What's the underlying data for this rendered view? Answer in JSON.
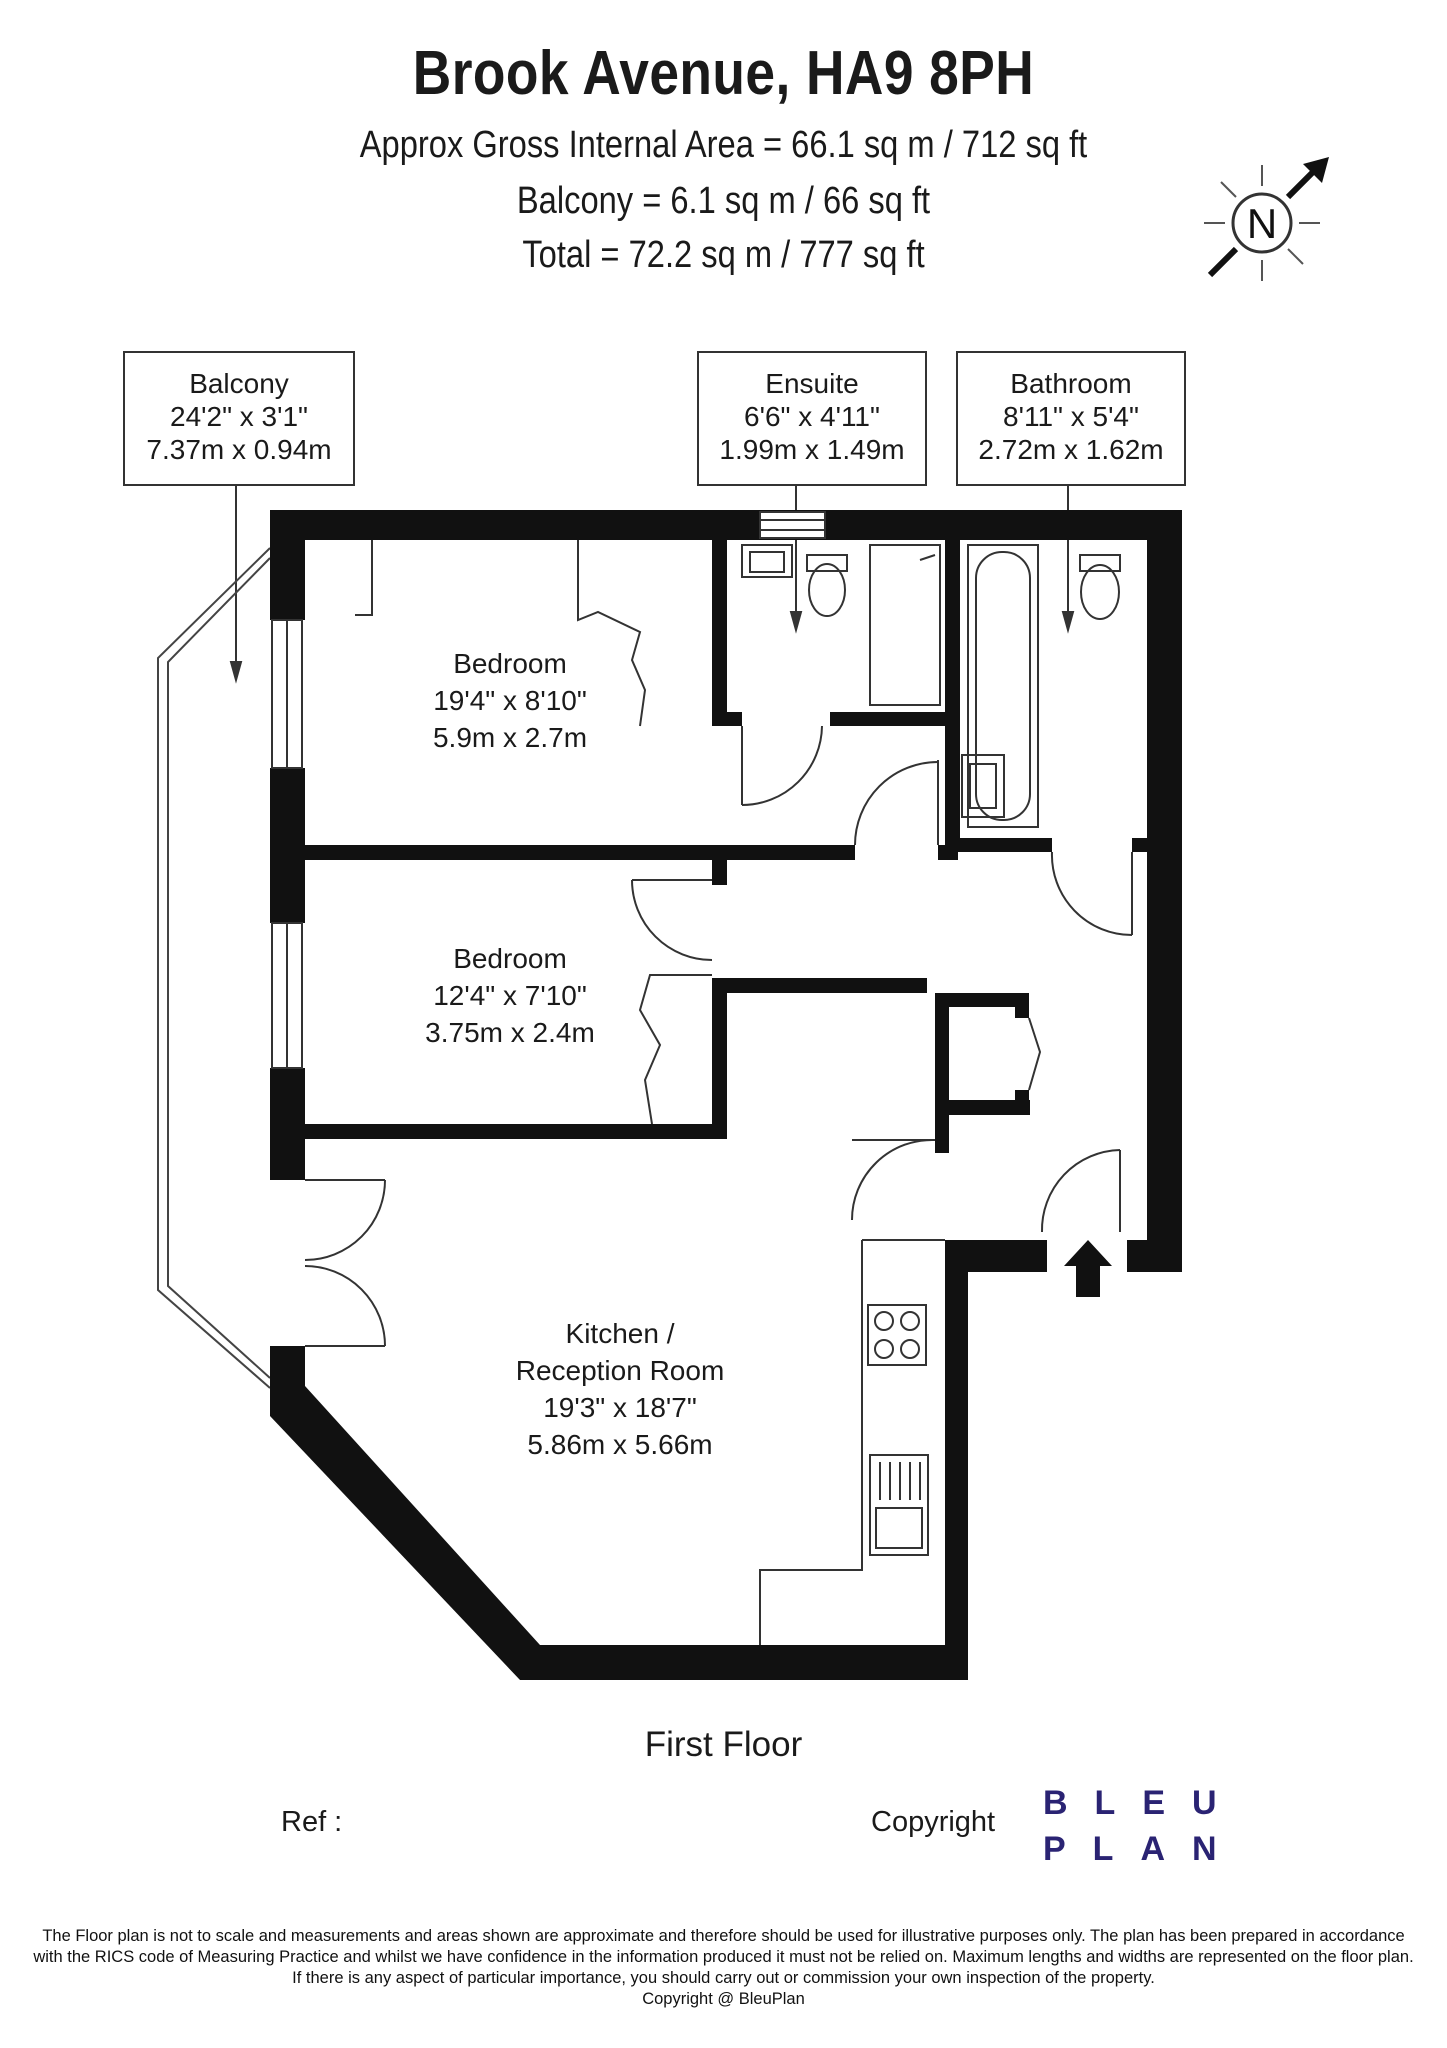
{
  "title": "Brook Avenue, HA9 8PH",
  "areas": {
    "gross": "Approx Gross Internal Area = 66.1 sq m / 712 sq ft",
    "balcony": "Balcony = 6.1 sq m / 66 sq ft",
    "total": "Total = 72.2 sq m / 777 sq ft"
  },
  "compass": {
    "label": "N"
  },
  "callouts": {
    "balcony": {
      "name": "Balcony",
      "imperial": "24'2\" x 3'1\"",
      "metric": "7.37m x 0.94m"
    },
    "ensuite": {
      "name": "Ensuite",
      "imperial": "6'6\" x 4'11\"",
      "metric": "1.99m x 1.49m"
    },
    "bathroom": {
      "name": "Bathroom",
      "imperial": "8'11\" x 5'4\"",
      "metric": "2.72m x 1.62m"
    }
  },
  "rooms": {
    "bedroom1": {
      "name": "Bedroom",
      "imperial": "19'4\" x 8'10\"",
      "metric": "5.9m x 2.7m"
    },
    "bedroom2": {
      "name": "Bedroom",
      "imperial": "12'4\" x 7'10\"",
      "metric": "3.75m x 2.4m"
    },
    "kitchen": {
      "name_line1": "Kitchen /",
      "name_line2": "Reception Room",
      "imperial": "19'3\" x 18'7\"",
      "metric": "5.86m x 5.66m"
    }
  },
  "floor_name": "First Floor",
  "footer": {
    "ref_label": "Ref  :",
    "copyright_label": "Copyright",
    "logo_line1": "BLEU",
    "logo_line2": "PLAN",
    "logo_color": "#2a2373",
    "disclaimer_line1": "The Floor plan is not to scale and measurements and areas shown are approximate and therefore should be used for illustrative purposes only. The plan has been prepared in accordance",
    "disclaimer_line2": "with the RICS code of Measuring Practice and whilst we have confidence in the information produced it must not be relied on. Maximum lengths and widths are represented on the floor plan.",
    "disclaimer_line3": "If there is any aspect of particular importance, you should carry out or commission your own inspection of the property.",
    "disclaimer_line4": "Copyright @ BleuPlan"
  }
}
